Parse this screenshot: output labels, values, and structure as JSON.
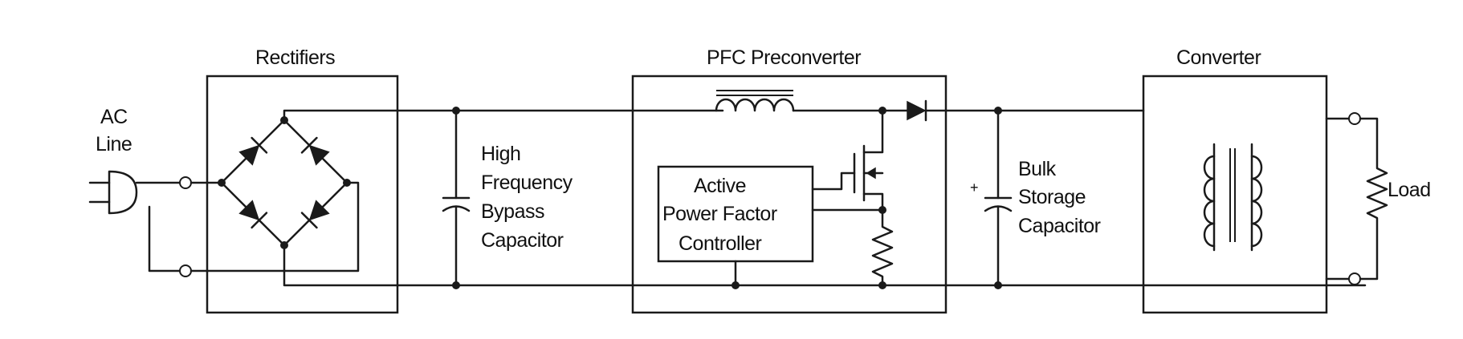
{
  "labels": {
    "ac_line_1": "AC",
    "ac_line_2": "Line",
    "rectifiers": "Rectifiers",
    "hf_cap_1": "High",
    "hf_cap_2": "Frequency",
    "hf_cap_3": "Bypass",
    "hf_cap_4": "Capacitor",
    "pfc": "PFC Preconverter",
    "controller_1": "Active",
    "controller_2": "Power Factor",
    "controller_3": "Controller",
    "bulk_1": "Bulk",
    "bulk_2": "Storage",
    "bulk_3": "Capacitor",
    "bulk_polarity": "+",
    "converter": "Converter",
    "load": "Load"
  }
}
